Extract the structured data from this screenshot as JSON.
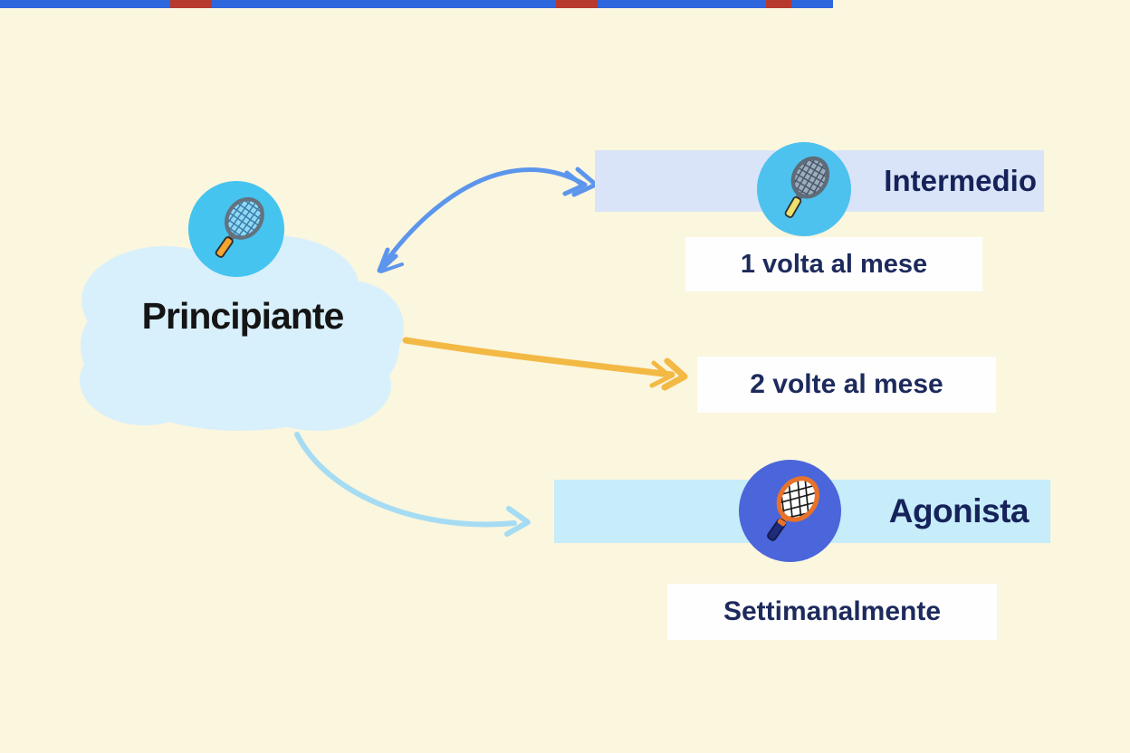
{
  "diagram": {
    "root": {
      "label": "Principiante"
    },
    "branches": [
      {
        "label": "Intermedio",
        "frequency": "1 volta al mese"
      },
      {
        "label": "",
        "frequency": "2 volte al mese"
      },
      {
        "label": "Agonista",
        "frequency": "Settimanalmente"
      }
    ]
  },
  "icons": {
    "root": "tennis-racket-icon",
    "intermedio": "tennis-racket-icon",
    "agonista": "tennis-racket-icon"
  },
  "colors": {
    "background": "#FBF6DE",
    "cloud": "#D8F0FB",
    "banner_intermedio": "#DAE4F8",
    "banner_agonista": "#C7ECFA",
    "card": "#FEFEFE",
    "text_navy": "#1D2A5C",
    "text_dark": "#151515",
    "circle_light_blue": "#45C4F0",
    "circle_royal_blue": "#4A66DA",
    "arrow_blue": "#5C95EC",
    "arrow_orange": "#F3B945",
    "arrow_light_blue": "#A6DCF3",
    "top_bar_blue": "#2E66DE",
    "top_bar_red": "#B83A2E"
  }
}
